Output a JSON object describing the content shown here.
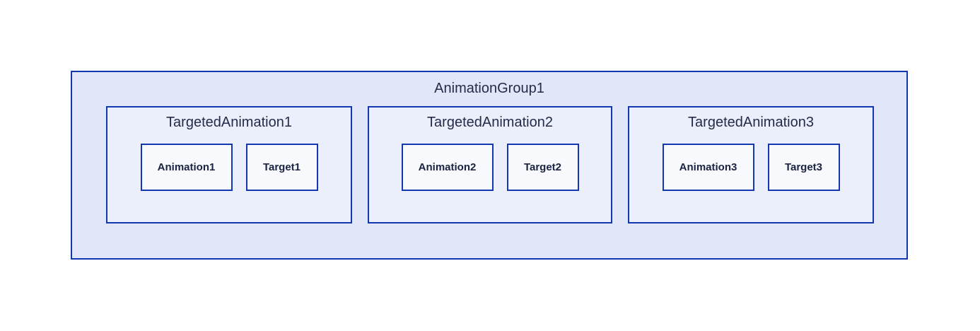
{
  "diagram": {
    "group": {
      "label": "AnimationGroup1",
      "sections": [
        {
          "label": "TargetedAnimation1",
          "children": [
            {
              "label": "Animation1"
            },
            {
              "label": "Target1"
            }
          ]
        },
        {
          "label": "TargetedAnimation2",
          "children": [
            {
              "label": "Animation2"
            },
            {
              "label": "Target2"
            }
          ]
        },
        {
          "label": "TargetedAnimation3",
          "children": [
            {
              "label": "Animation3"
            },
            {
              "label": "Target3"
            }
          ]
        }
      ]
    },
    "colors": {
      "border": "#1237b0",
      "group_fill": "#e1e6f9",
      "section_fill": "#ebeffb",
      "node_fill": "#f7f9fd",
      "text": "#252b48",
      "text_bold": "#1a2341"
    }
  }
}
